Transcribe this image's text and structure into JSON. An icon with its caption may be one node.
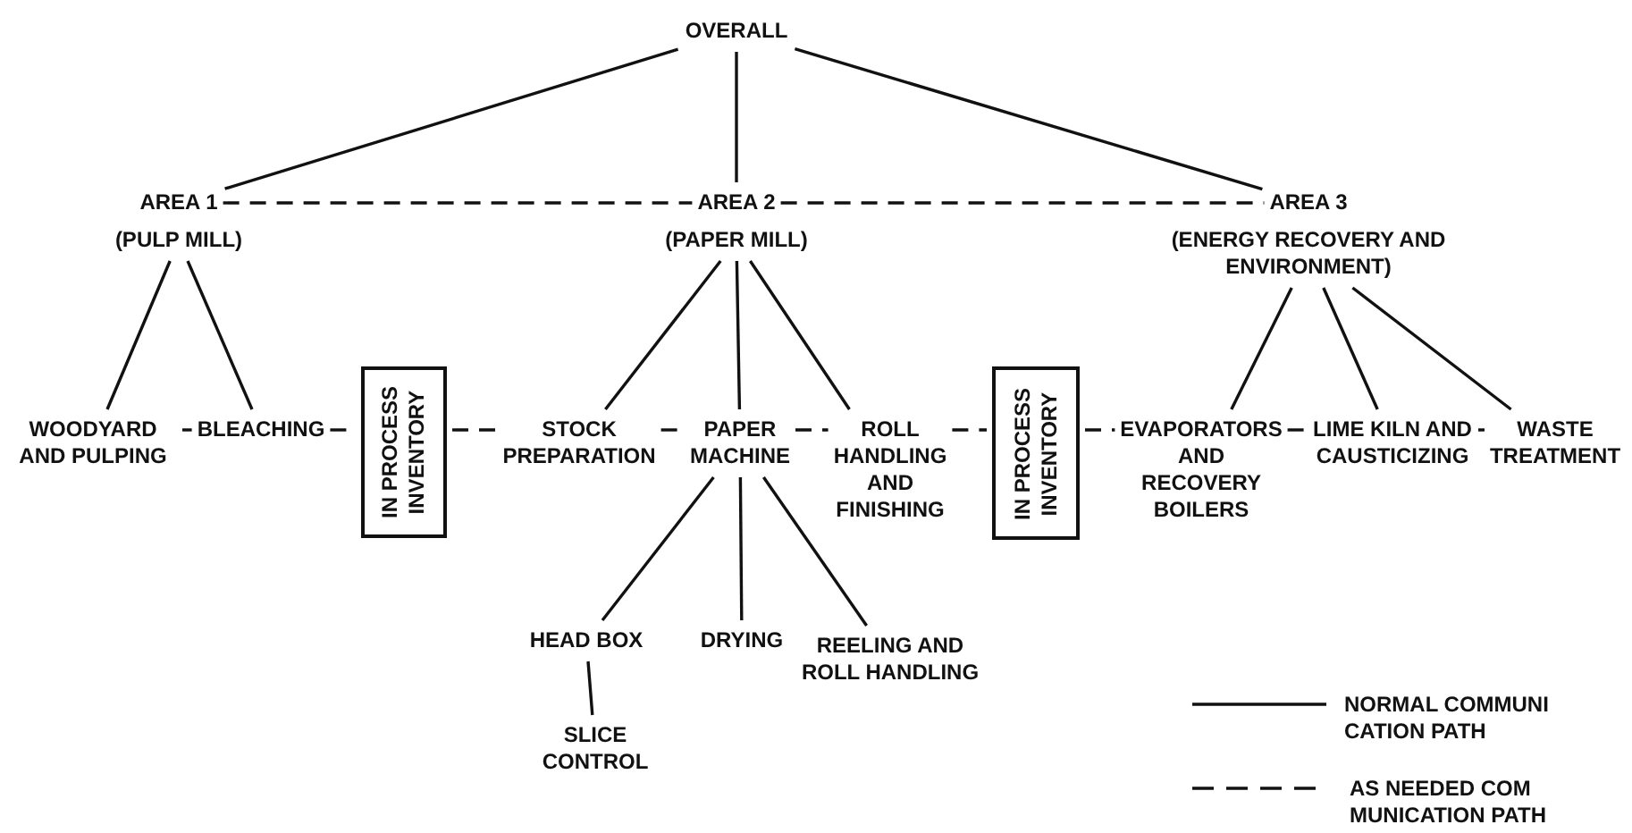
{
  "diagram": {
    "nodes": [
      {
        "text": [
          "OVERALL"
        ]
      },
      {
        "text": [
          "AREA 1",
          "(PULP MILL)"
        ]
      },
      {
        "text": [
          "AREA 2",
          "(PAPER MILL)"
        ]
      },
      {
        "text": [
          "AREA 3",
          "(ENERGY RECOVERY AND ENVIRONMENT)"
        ]
      },
      {
        "text": [
          "WOODYARD AND PULPING"
        ]
      },
      {
        "text": [
          "BLEACHING"
        ]
      },
      {
        "text": [
          "IN PROCESS INVENTORY"
        ]
      },
      {
        "text": [
          "STOCK PREPARATION"
        ]
      },
      {
        "text": [
          "PAPER MACHINE"
        ]
      },
      {
        "text": [
          "ROLL HANDLING AND FINISHING"
        ]
      },
      {
        "text": [
          "IN PROCESS INVENTORY"
        ]
      },
      {
        "text": [
          "EVAPORATORS AND RECOVERY BOILERS"
        ]
      },
      {
        "text": [
          "LIME KILN AND CAUSTICIZING"
        ]
      },
      {
        "text": [
          "WASTE TREATMENT"
        ]
      },
      {
        "text": [
          "HEAD BOX"
        ]
      },
      {
        "text": [
          "DRYING"
        ]
      },
      {
        "text": [
          "REELING AND ROLL HANDLING"
        ]
      },
      {
        "text": [
          "SLICE CONTROL"
        ]
      }
    ],
    "edges": [
      {
        "from": 0,
        "to": 1,
        "arrow": "none"
      },
      {
        "from": 0,
        "to": 2,
        "arrow": "none"
      },
      {
        "from": 0,
        "to": 3,
        "arrow": "none"
      },
      {
        "from": 1,
        "to": 2,
        "arrow": "none",
        "style": "dashed"
      },
      {
        "from": 2,
        "to": 3,
        "arrow": "none",
        "style": "dashed"
      },
      {
        "from": 1,
        "to": 4,
        "arrow": "none"
      },
      {
        "from": 1,
        "to": 5,
        "arrow": "none"
      },
      {
        "from": 2,
        "to": 7,
        "arrow": "none"
      },
      {
        "from": 2,
        "to": 8,
        "arrow": "none"
      },
      {
        "from": 2,
        "to": 9,
        "arrow": "none"
      },
      {
        "from": 3,
        "to": 11,
        "arrow": "none"
      },
      {
        "from": 3,
        "to": 12,
        "arrow": "none"
      },
      {
        "from": 3,
        "to": 13,
        "arrow": "none"
      },
      {
        "from": 4,
        "to": 5,
        "arrow": "none",
        "style": "dashed"
      },
      {
        "from": 5,
        "to": 6,
        "arrow": "none",
        "style": "dashed"
      },
      {
        "from": 6,
        "to": 7,
        "arrow": "none",
        "style": "dashed"
      },
      {
        "from": 7,
        "to": 8,
        "arrow": "none",
        "style": "dashed"
      },
      {
        "from": 8,
        "to": 9,
        "arrow": "none",
        "style": "dashed"
      },
      {
        "from": 9,
        "to": 10,
        "arrow": "none",
        "style": "dashed"
      },
      {
        "from": 10,
        "to": 11,
        "arrow": "none",
        "style": "dashed"
      },
      {
        "from": 11,
        "to": 12,
        "arrow": "none",
        "style": "dashed"
      },
      {
        "from": 12,
        "to": 13,
        "arrow": "none",
        "style": "dashed"
      },
      {
        "from": 8,
        "to": 14,
        "arrow": "none"
      },
      {
        "from": 8,
        "to": 15,
        "arrow": "none"
      },
      {
        "from": 8,
        "to": 16,
        "arrow": "none"
      },
      {
        "from": 14,
        "to": 17,
        "arrow": "none"
      }
    ],
    "legend": [
      {
        "text": "NORMAL COMMUNI CATION PATH"
      },
      {
        "text": "AS NEEDED COM MUNICATION PATH"
      }
    ]
  }
}
